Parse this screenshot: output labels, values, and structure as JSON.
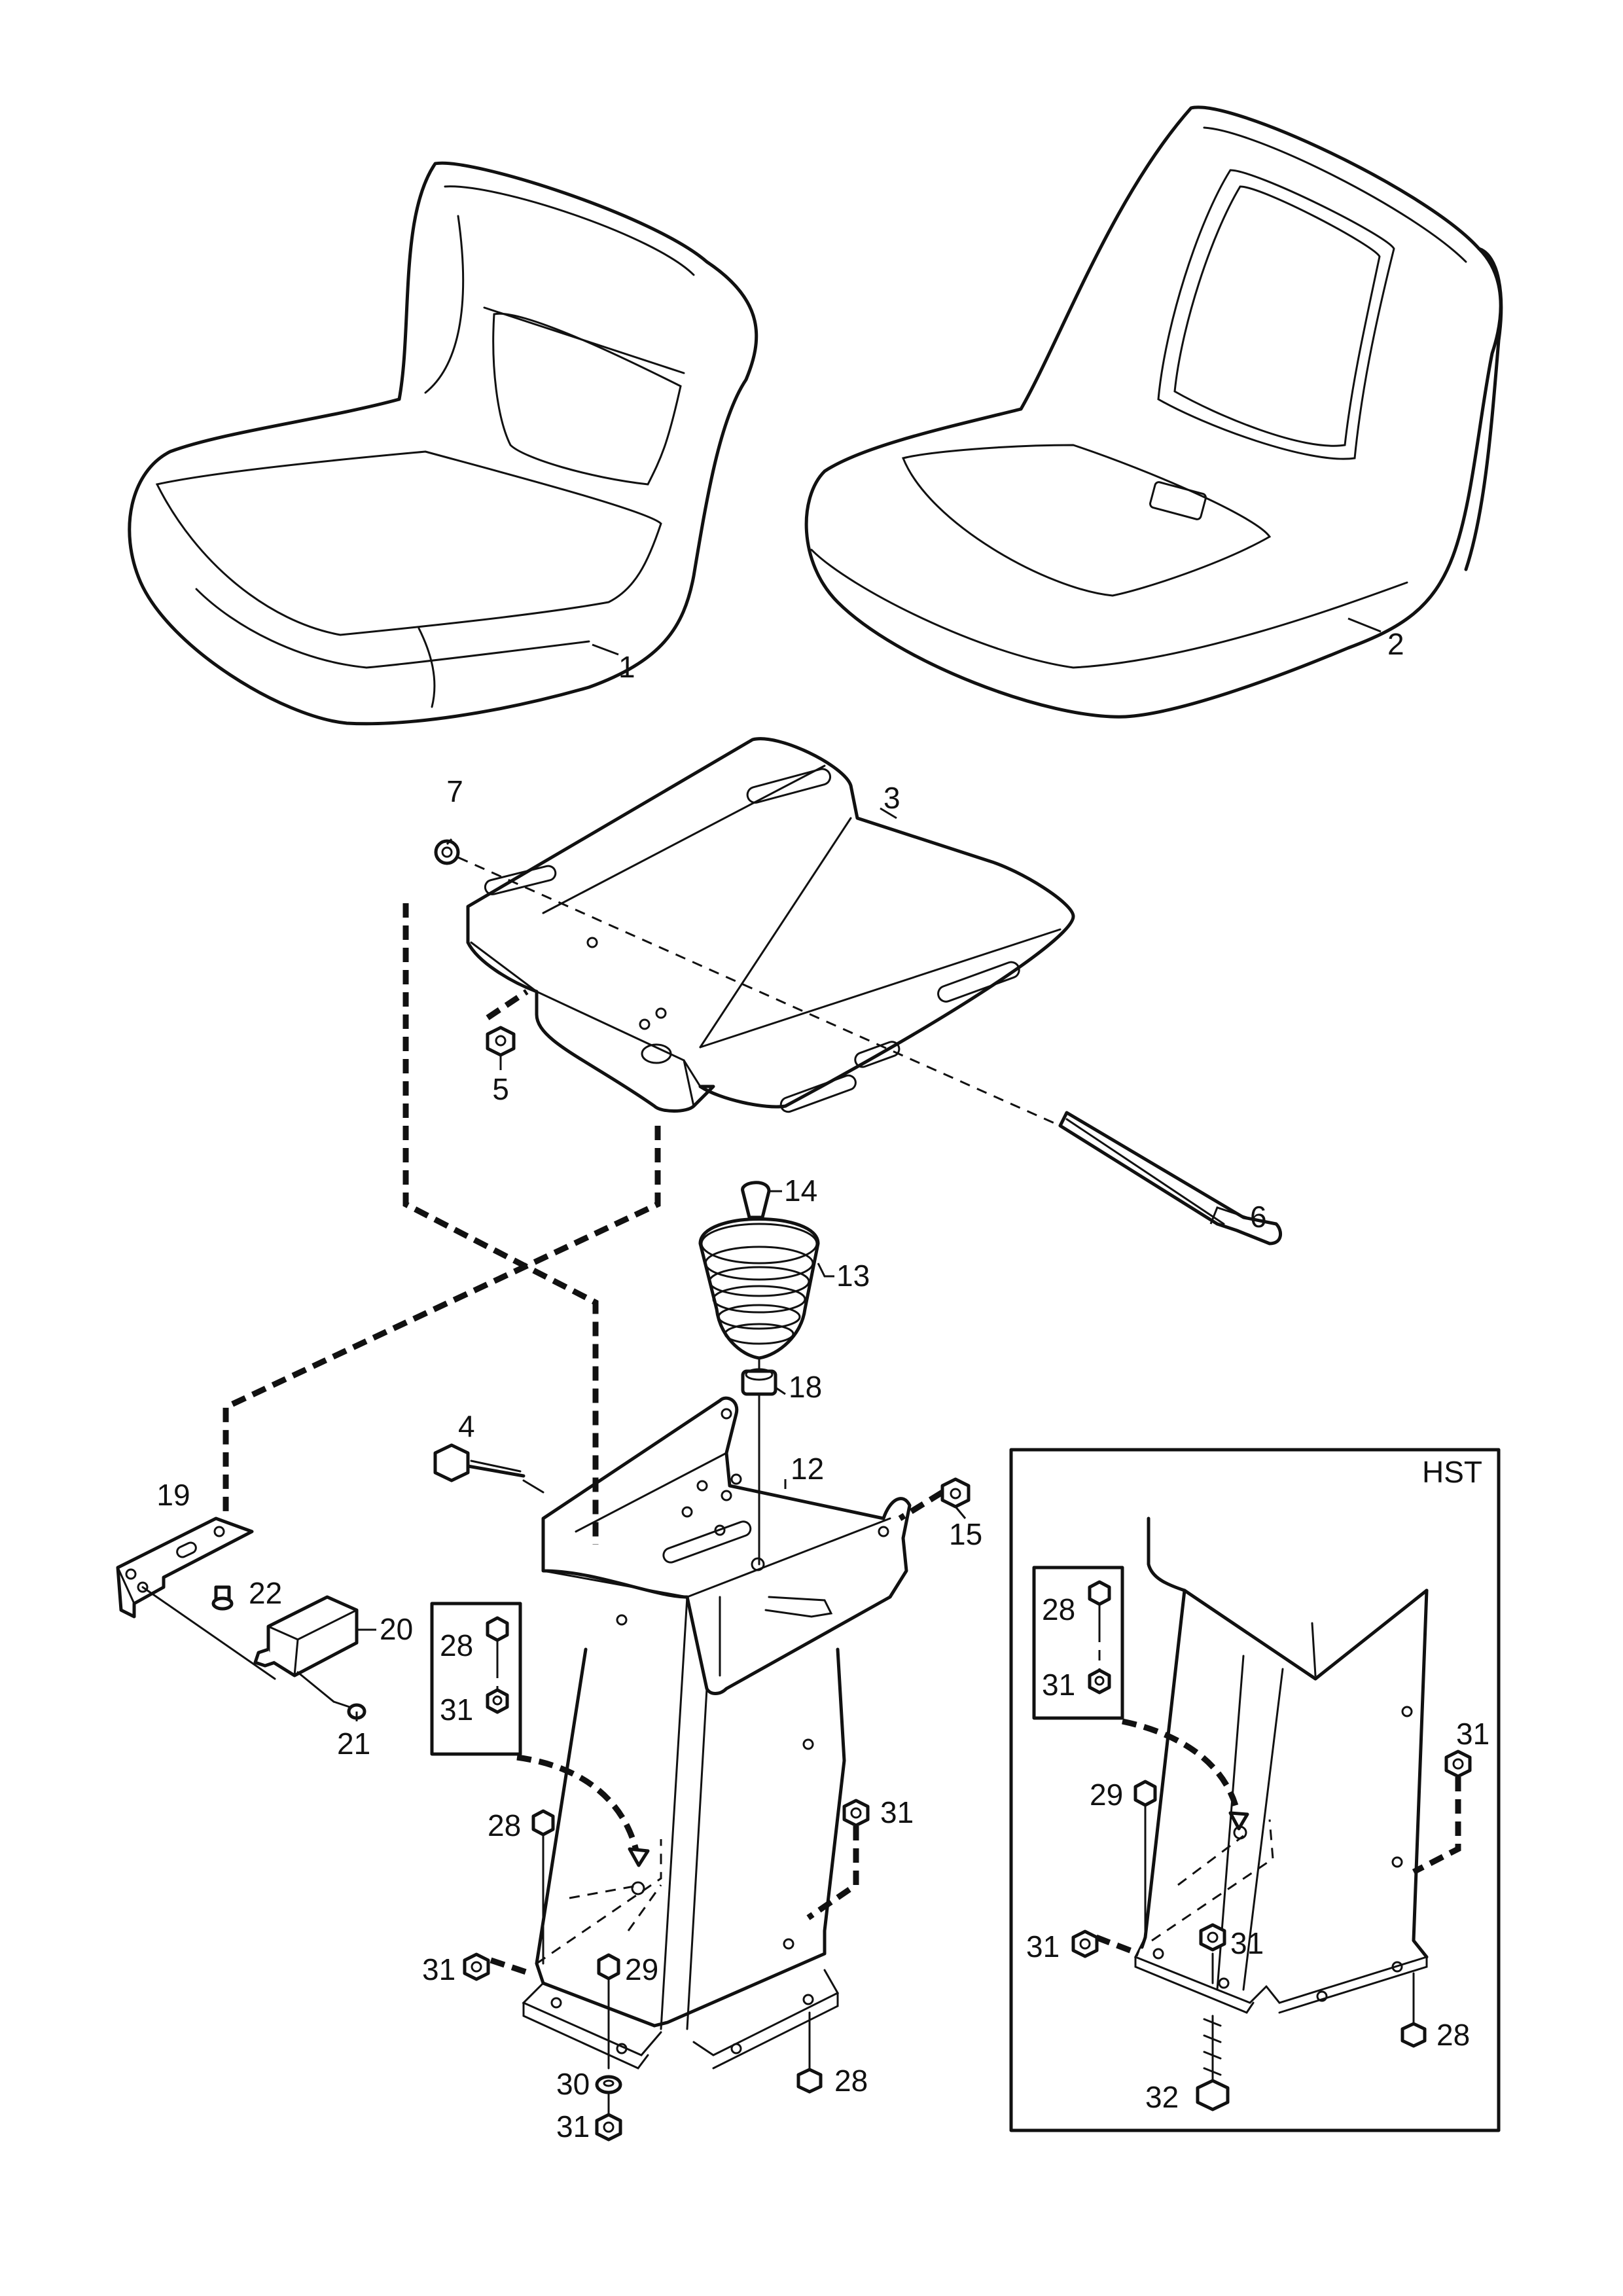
{
  "callouts": {
    "c1": "1",
    "c2": "2",
    "c3": "3",
    "c4": "4",
    "c5": "5",
    "c6": "6",
    "c7": "7",
    "c12": "12",
    "c13": "13",
    "c14": "14",
    "c15": "15",
    "c18": "18",
    "c19": "19",
    "c20": "20",
    "c21": "21",
    "c22": "22",
    "c28a": "28",
    "c31a": "31",
    "c28b": "28",
    "c31b": "31",
    "c31c": "31",
    "c29a": "29",
    "c28c": "28",
    "c30": "30",
    "c31d": "31"
  },
  "hst": {
    "title": "HST",
    "c28a": "28",
    "c31a": "31",
    "c29": "29",
    "c31b": "31",
    "c31c": "31",
    "c31d": "31",
    "c28b": "28",
    "c32": "32"
  }
}
